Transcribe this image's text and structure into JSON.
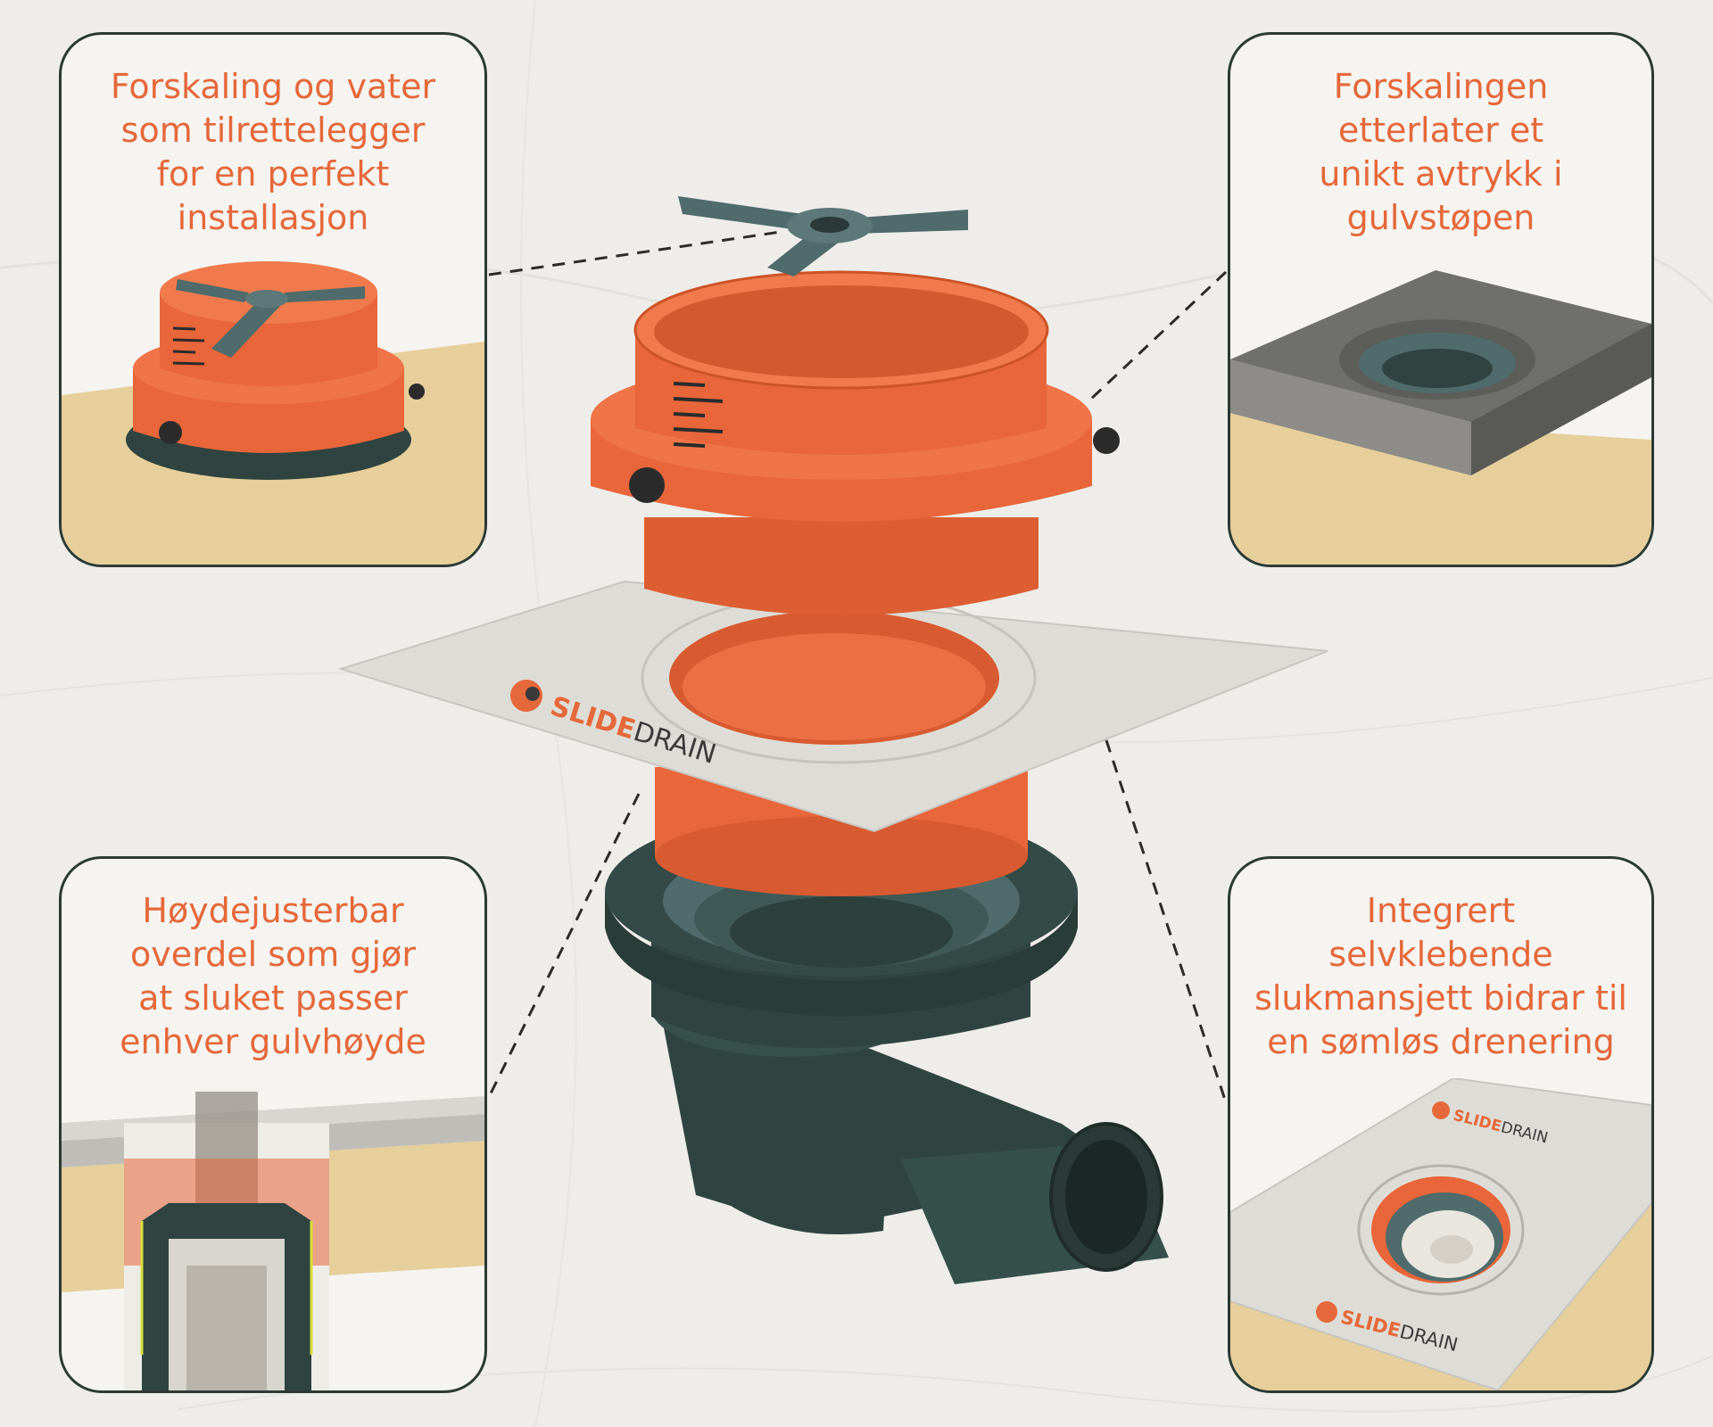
{
  "callouts": {
    "top_left": {
      "text": "Forskaling og vater\nsom tilrettelegger\nfor en perfekt\ninstallasjon"
    },
    "top_right": {
      "text": "Forskalingen\netterlater et\nunikt avtrykk i\ngulvstøpen"
    },
    "bottom_left": {
      "text": "Høydejusterbar\noverdel som gjør\nat sluket passer\nenhver gulvhøyde"
    },
    "bottom_right": {
      "text": "Integrert\nselvklebende\nslukmansjett bidrar til\nen sømløs drenering"
    }
  },
  "brand": {
    "name_part1": "SLIDE",
    "name_part2": "DRAIN"
  },
  "colors": {
    "text_accent": "#e5683a",
    "border": "#2b3a33",
    "orange_part": "#e8663a",
    "dark_green_part": "#2f4440",
    "teal_part": "#4f6b6b",
    "membrane": "#dedcd6",
    "wood": "#e5cd98",
    "concrete": "#6f6f6c"
  },
  "icons": {
    "brand_logo": "slidedrain-swirl-logo-icon"
  }
}
